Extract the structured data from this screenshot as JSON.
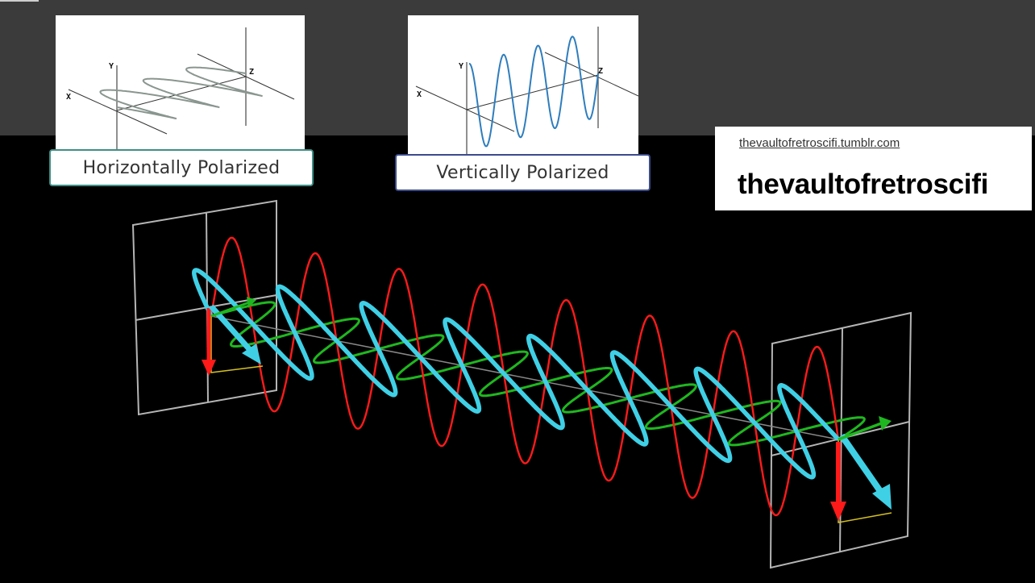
{
  "panels": {
    "horizontal": {
      "caption": "Horizontally Polarized",
      "axis_x": "X",
      "axis_y": "Y",
      "axis_z": "Z"
    },
    "vertical": {
      "caption": "Vertically Polarized",
      "axis_x": "X",
      "axis_y": "Y",
      "axis_z": "Z"
    }
  },
  "watermark": {
    "url": "thevaultofretroscifi.tumblr.com",
    "name": "thevaultofretroscifi"
  },
  "colors": {
    "background": "#000000",
    "top_band": "#3b3b3b",
    "horizontal_wave": "#8a9690",
    "vertical_wave": "#2e7dbd",
    "electric_field": "#ff1a1a",
    "magnetic_field": "#1fb71f",
    "resultant": "#3fd0e6",
    "frame": "#b5b5b5",
    "vector_trace": "#d4c020"
  },
  "icons": {
    "field_arrow": "down-arrow-icon",
    "diagonal_arrow": "diagonal-arrow-icon"
  }
}
